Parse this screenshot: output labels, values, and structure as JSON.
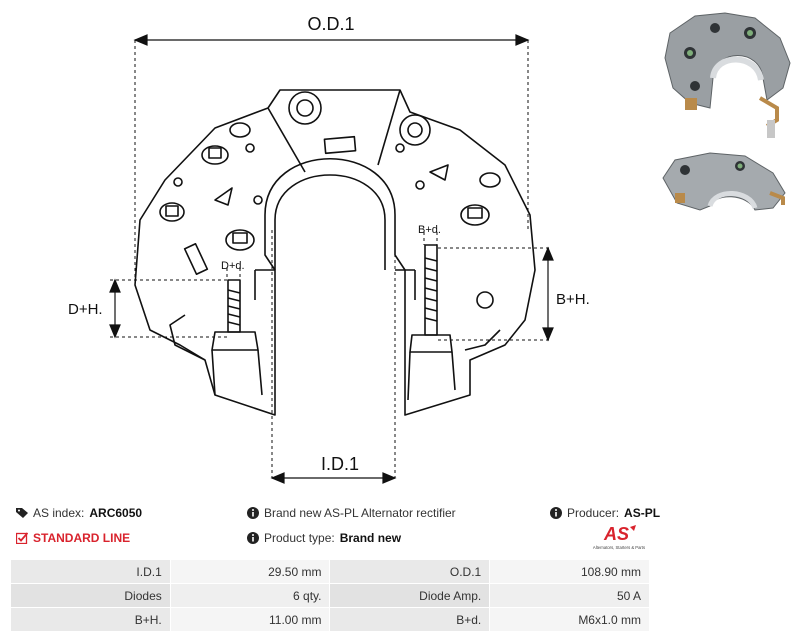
{
  "dimensions": {
    "od": "O.D.1",
    "id": "I.D.1",
    "bh": "B+H.",
    "bd": "B+d.",
    "dh": "D+H.",
    "dd": "D+d."
  },
  "info": {
    "as_index_label": "AS index:",
    "as_index_value": "ARC6050",
    "standard_line": "STANDARD LINE",
    "description": "Brand new AS-PL Alternator rectifier",
    "product_type_label": "Product type:",
    "product_type_value": "Brand new",
    "producer_label": "Producer:",
    "producer_value": "AS-PL",
    "logo_text": "AS",
    "logo_tagline": "Alternators, Starters & Parts"
  },
  "specs": [
    {
      "l1": "I.D.1",
      "v1": "29.50 mm",
      "l2": "O.D.1",
      "v2": "108.90 mm"
    },
    {
      "l1": "Diodes",
      "v1": "6 qty.",
      "l2": "Diode Amp.",
      "v2": "50 A"
    },
    {
      "l1": "B+H.",
      "v1": "11.00 mm",
      "l2": "B+d.",
      "v2": "M6x1.0 mm"
    }
  ],
  "colors": {
    "accent": "#d9232d",
    "line": "#111111"
  }
}
